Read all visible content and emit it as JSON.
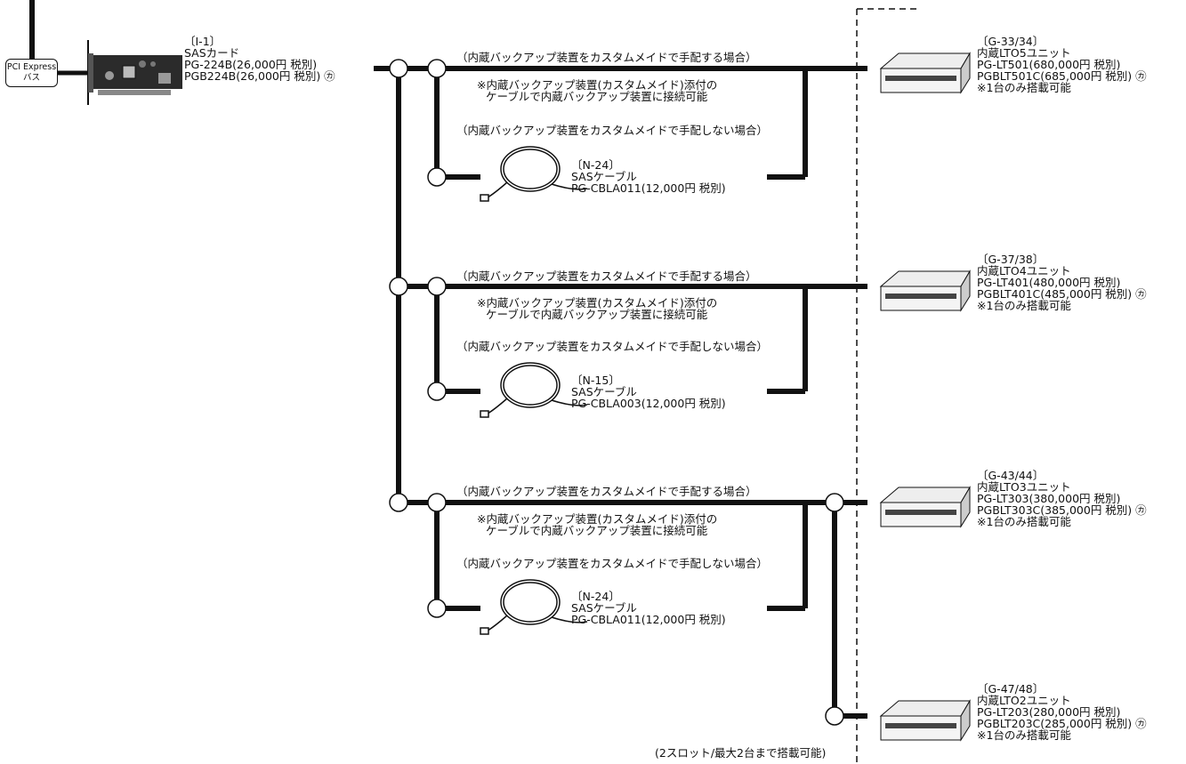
{
  "pci": {
    "line1": "PCI Express",
    "line2": "バス"
  },
  "card": {
    "code": "〔I-1〕",
    "name": "SASカード",
    "model1": "PG-224B(26,000円 税別)",
    "model2": "PGB224B(26,000円 税別) ㋕"
  },
  "branches": [
    {
      "custom_label": "（内蔵バックアップ装置をカスタムメイドで手配する場合）",
      "note_line1": "※内蔵バックアップ装置(カスタムメイド)添付の",
      "note_line2": "ケーブルで内蔵バックアップ装置に接続可能",
      "noncustom_label": "（内蔵バックアップ装置をカスタムメイドで手配しない場合）",
      "cable": {
        "code": "〔N-24〕",
        "name": "SASケーブル",
        "model": "PG-CBLA011(12,000円 税別)"
      }
    },
    {
      "custom_label": "（内蔵バックアップ装置をカスタムメイドで手配する場合）",
      "note_line1": "※内蔵バックアップ装置(カスタムメイド)添付の",
      "note_line2": "ケーブルで内蔵バックアップ装置に接続可能",
      "noncustom_label": "（内蔵バックアップ装置をカスタムメイドで手配しない場合）",
      "cable": {
        "code": "〔N-15〕",
        "name": "SASケーブル",
        "model": "PG-CBLA003(12,000円 税別)"
      }
    },
    {
      "custom_label": "（内蔵バックアップ装置をカスタムメイドで手配する場合）",
      "note_line1": "※内蔵バックアップ装置(カスタムメイド)添付の",
      "note_line2": "ケーブルで内蔵バックアップ装置に接続可能",
      "noncustom_label": "（内蔵バックアップ装置をカスタムメイドで手配しない場合）",
      "cable": {
        "code": "〔N-24〕",
        "name": "SASケーブル",
        "model": "PG-CBLA011(12,000円 税別)"
      }
    }
  ],
  "devices": [
    {
      "code": "〔G-33/34〕",
      "name": "内蔵LTO5ユニット",
      "model1": "PG-LT501(680,000円 税別)",
      "model2": "PGBLT501C(685,000円 税別) ㋕",
      "note": "※1台のみ搭載可能"
    },
    {
      "code": "〔G-37/38〕",
      "name": "内蔵LTO4ユニット",
      "model1": "PG-LT401(480,000円 税別)",
      "model2": "PGBLT401C(485,000円 税別) ㋕",
      "note": "※1台のみ搭載可能"
    },
    {
      "code": "〔G-43/44〕",
      "name": "内蔵LTO3ユニット",
      "model1": "PG-LT303(380,000円 税別)",
      "model2": "PGBLT303C(385,000円 税別) ㋕",
      "note": "※1台のみ搭載可能"
    },
    {
      "code": "〔G-47/48〕",
      "name": "内蔵LTO2ユニット",
      "model1": "PG-LT203(280,000円 税別)",
      "model2": "PGBLT203C(285,000円 税別) ㋕",
      "note": "※1台のみ搭載可能"
    }
  ],
  "slot_note": "(2スロット/最大2台まで搭載可能)"
}
